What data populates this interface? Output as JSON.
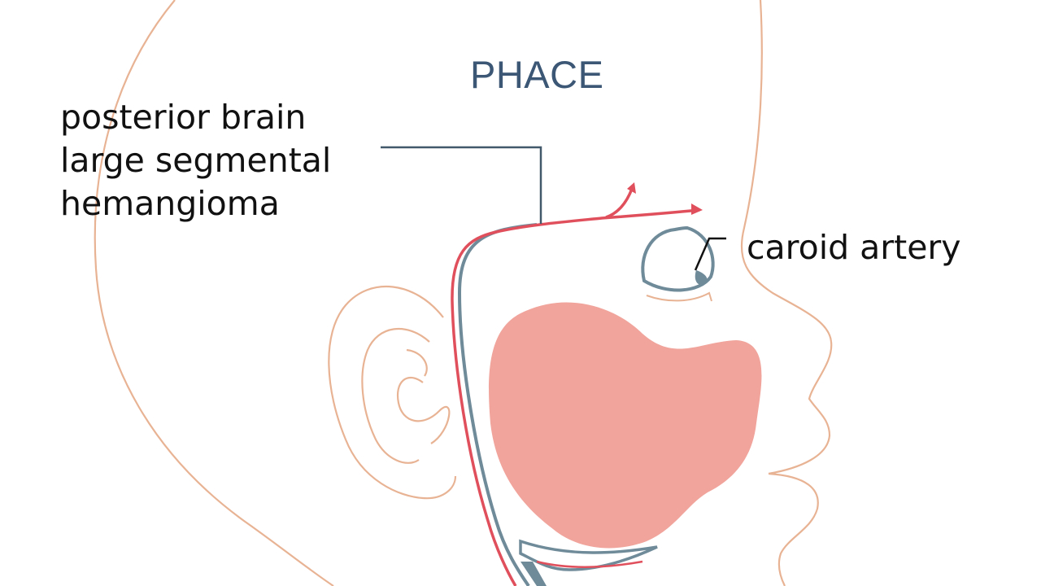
{
  "title": "PHACE",
  "labels": {
    "left": {
      "line1": "posterior brain",
      "line2": "large segmental",
      "line3": "hemangioma"
    },
    "right": "caroid artery"
  },
  "colors": {
    "skin_outline": "#e8b394",
    "artery_red": "#e0505c",
    "vessel_slate": "#6f8a99",
    "hemangioma_fill": "#f0a49b",
    "leader_line": "#42596c",
    "title_color": "#3b5775",
    "text_color": "#111111"
  }
}
